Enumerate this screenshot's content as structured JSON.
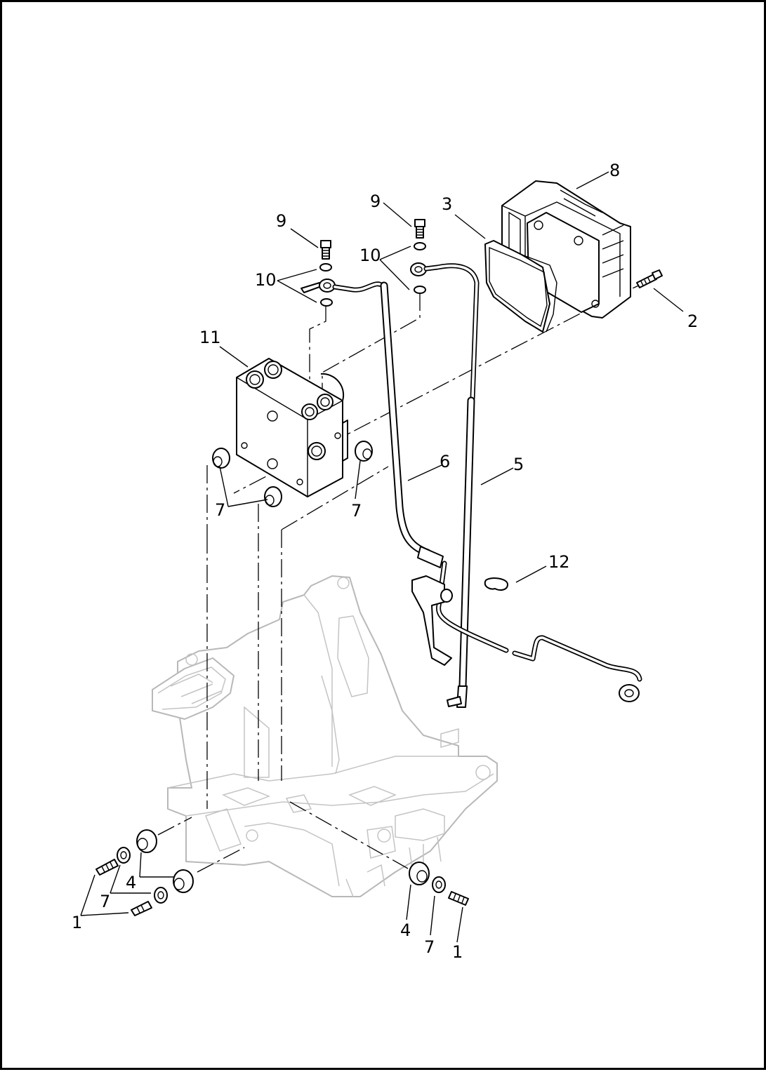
{
  "diagram": {
    "callouts": [
      {
        "id": "c1a",
        "text": "1"
      },
      {
        "id": "c1b",
        "text": "1"
      },
      {
        "id": "c2",
        "text": "2"
      },
      {
        "id": "c3",
        "text": "3"
      },
      {
        "id": "c4a",
        "text": "4"
      },
      {
        "id": "c4b",
        "text": "4"
      },
      {
        "id": "c5",
        "text": "5"
      },
      {
        "id": "c6",
        "text": "6"
      },
      {
        "id": "c7a",
        "text": "7"
      },
      {
        "id": "c7b",
        "text": "7"
      },
      {
        "id": "c7c",
        "text": "7"
      },
      {
        "id": "c7d",
        "text": "7"
      },
      {
        "id": "c8",
        "text": "8"
      },
      {
        "id": "c9a",
        "text": "9"
      },
      {
        "id": "c9b",
        "text": "9"
      },
      {
        "id": "c10a",
        "text": "10"
      },
      {
        "id": "c10b",
        "text": "10"
      },
      {
        "id": "c11",
        "text": "11"
      },
      {
        "id": "c12",
        "text": "12"
      }
    ]
  }
}
